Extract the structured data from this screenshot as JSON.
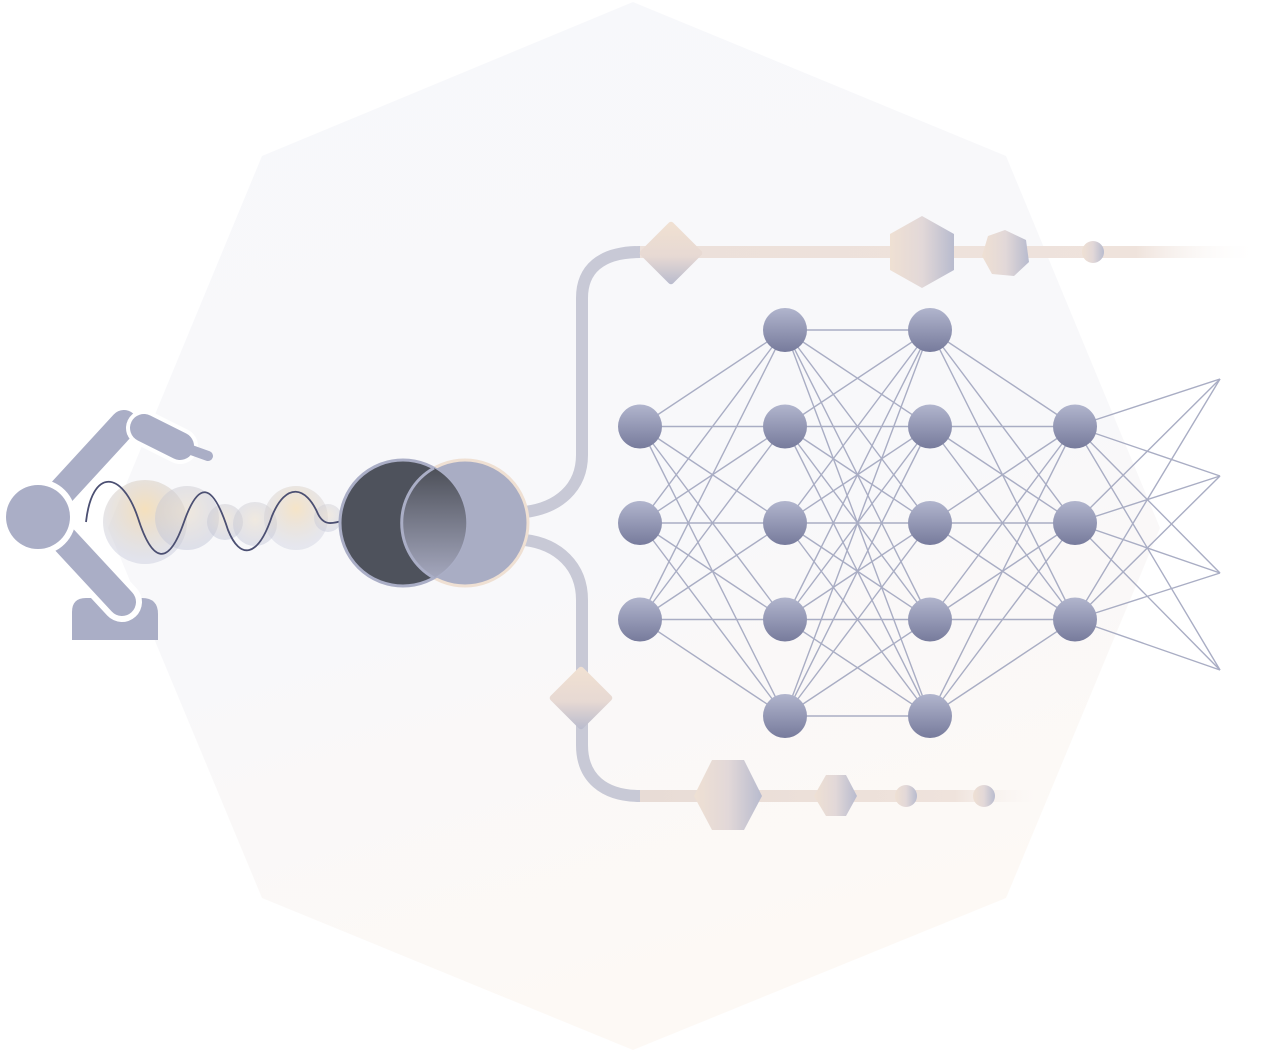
{
  "colors": {
    "background": "#ffffff",
    "octagon_top": "#f7f8fb",
    "octagon_bottom": "#fdf9f5",
    "arm": "#aaaec6",
    "node_light": "#aeb2ca",
    "node_dark": "#7d81a1",
    "edge": "#a9adc4",
    "pipe": "#c9cad7",
    "pipe_warm": "#eaded8",
    "shape_warm": "#efe0d3",
    "shape_cool": "#b6b9cd",
    "sensor_dark": "#4e525c",
    "sensor_light": "#aaaec6",
    "wave": "#4b4f72",
    "blob_warm": "#f2dcb4",
    "blob_cool": "#c2c6d8"
  },
  "icons": {
    "robot_arm": "robot-arm-icon",
    "sensor_fusion": "overlapping-circles-icon",
    "signal": "wave-icon",
    "decision": "diamond-icon",
    "process": "hexagon-icon",
    "endpoint": "dot-icon"
  },
  "network": {
    "layers": [
      3,
      5,
      5,
      3
    ],
    "output_lines": 4
  }
}
